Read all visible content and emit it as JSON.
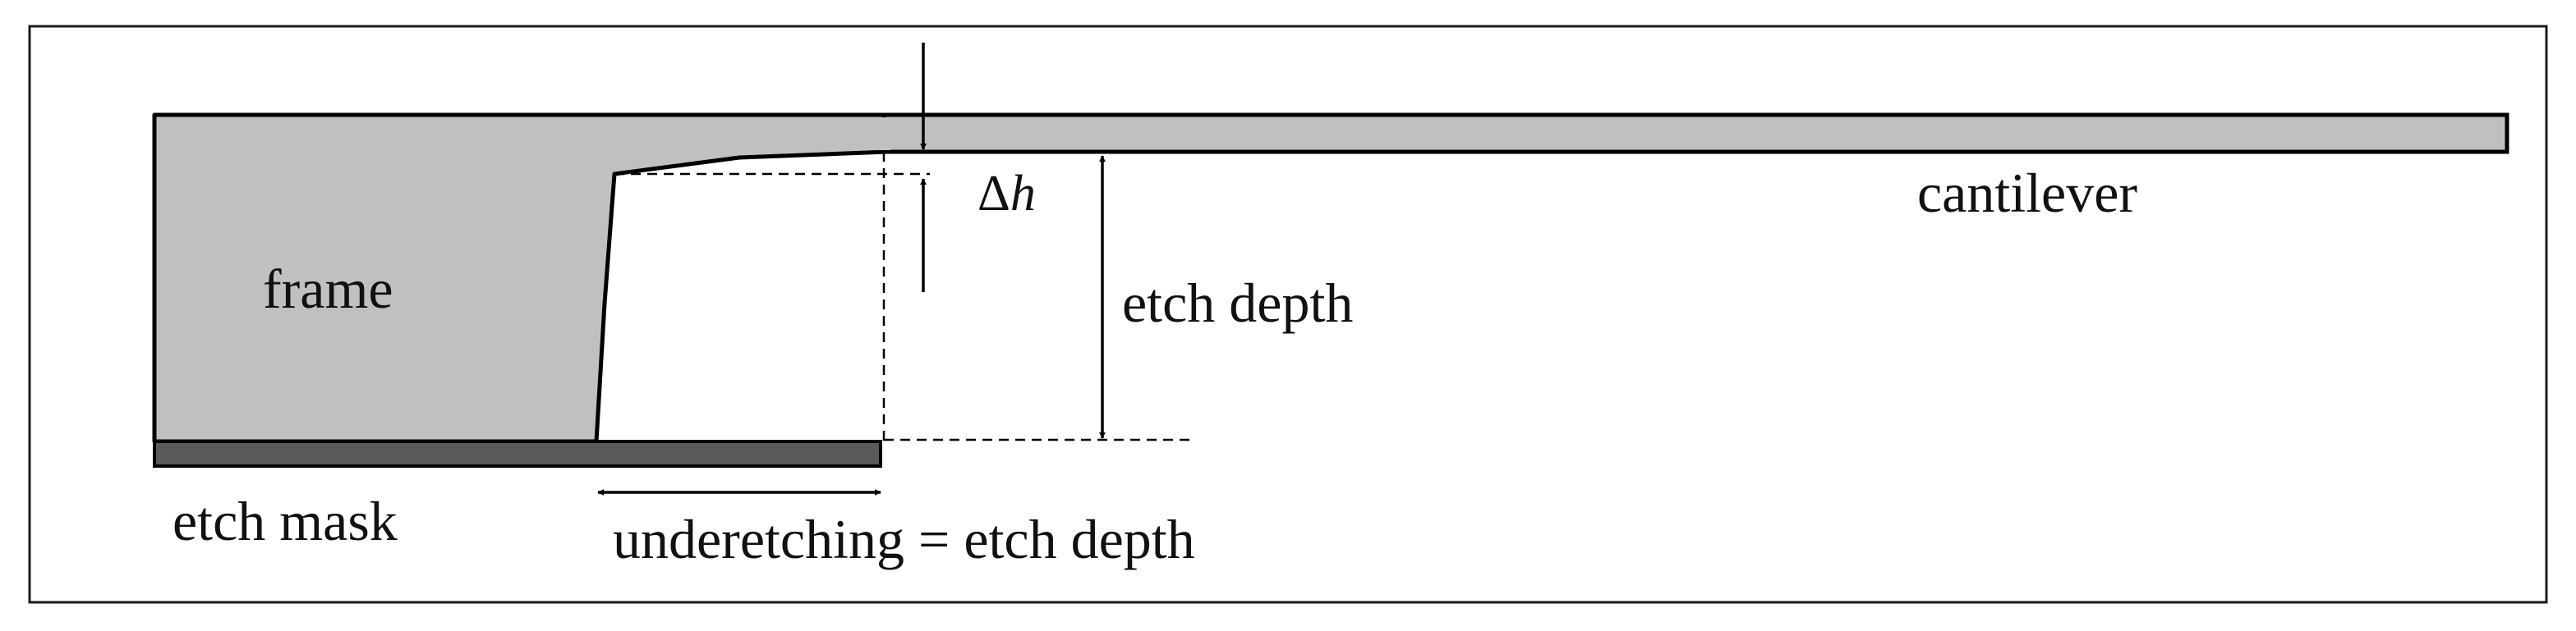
{
  "labels": {
    "frame": "frame",
    "cantilever": "cantilever",
    "etch_mask": "etch mask",
    "etch_depth": "etch depth",
    "underetching": "underetching = etch depth",
    "delta_symbol": "Δ",
    "delta_variable": "h"
  },
  "colors": {
    "frame_fill": "#c0c0c0",
    "cantilever_fill": "#c0c0c0",
    "mask_fill": "#5a5a5a",
    "stroke": "#000000",
    "border": "#1a1a1a"
  }
}
